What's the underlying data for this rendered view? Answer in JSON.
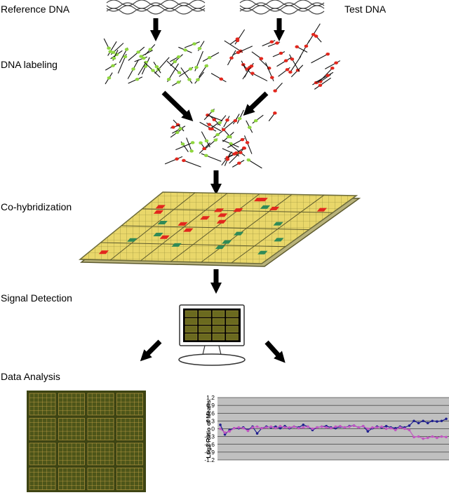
{
  "labels": {
    "reference": "Reference DNA",
    "test": "Test DNA",
    "labeling": "DNA labeling",
    "cohybridization": "Co-hybridization",
    "signal": "Signal Detection",
    "analysis": "Data Analysis"
  },
  "colors": {
    "reference_label": "#8fd63f",
    "test_label": "#e2271d",
    "array_surface": "#e9d76a",
    "array_grid": "#7d7a2e",
    "array_border": "#6d6b3a",
    "scan_background": "#3d4413",
    "scan_spot": "#c9a64a",
    "plot_background": "#c0c0c0",
    "series_test": "#1f1f8f",
    "series_reference": "#c256c2"
  },
  "icons": [
    "arrow-down-icon",
    "dna-helix-icon",
    "monitor-icon"
  ],
  "chart_data": {
    "type": "line",
    "ylabel": "Log2 Ratio of Means",
    "yticks": [
      "1.2",
      "0.9",
      "0.6",
      "0.3",
      "0",
      "-0.3",
      "-0.6",
      "-0.9",
      "-1.2"
    ],
    "ylim": [
      -1.2,
      1.2
    ],
    "grid": true,
    "x": [
      1,
      2,
      3,
      4,
      5,
      6,
      7,
      8,
      9,
      10,
      11,
      12,
      13,
      14,
      15,
      16,
      17,
      18,
      19,
      20,
      21,
      22,
      23,
      24,
      25,
      26,
      27,
      28,
      29,
      30,
      31,
      32,
      33,
      34,
      35,
      36,
      37,
      38,
      39,
      40,
      41,
      42,
      43,
      44,
      45,
      46,
      47,
      48,
      49,
      50
    ],
    "series": [
      {
        "values": [
          0.15,
          -0.22,
          -0.05,
          0.02,
          0.02,
          0.05,
          -0.05,
          0.08,
          -0.18,
          0.02,
          0.08,
          0.05,
          0.08,
          0.02,
          0.1,
          0.02,
          0.08,
          0.05,
          0.15,
          0.08,
          -0.05,
          0.05,
          0.08,
          0.1,
          0.05,
          0.02,
          0.08,
          0.05,
          0.1,
          0.12,
          0.05,
          0.1,
          -0.1,
          0.02,
          0.08,
          0.05,
          0.1,
          0.05,
          0.02,
          0.08,
          0.05,
          0.12,
          0.3,
          0.22,
          0.3,
          0.22,
          0.3,
          0.28,
          0.3,
          0.38
        ]
      },
      {
        "values": [
          0.0,
          -0.15,
          -0.1,
          0.02,
          0.05,
          0.02,
          -0.08,
          0.05,
          0.08,
          0.02,
          0.05,
          0.08,
          0.02,
          0.1,
          0.05,
          0.05,
          0.08,
          0.02,
          0.05,
          0.08,
          0.0,
          0.05,
          0.08,
          0.05,
          0.02,
          0.08,
          0.1,
          0.05,
          0.08,
          0.12,
          0.05,
          0.1,
          0.0,
          0.05,
          0.05,
          0.08,
          0.0,
          0.02,
          -0.05,
          0.05,
          0.0,
          -0.05,
          -0.32,
          -0.3,
          -0.38,
          -0.35,
          -0.3,
          -0.35,
          -0.3,
          -0.32
        ]
      }
    ]
  }
}
